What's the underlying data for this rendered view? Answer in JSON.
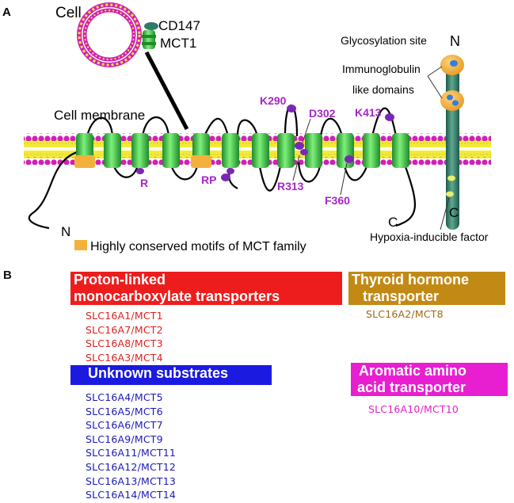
{
  "panel_a": {
    "letter": "A",
    "cell_label": "Cell",
    "cd147_label": "CD147",
    "mct1_label": "MCT1",
    "membrane_label": "Cell membrane",
    "n_label": "N",
    "c_label": "C",
    "cd147_n_label": "N",
    "cd147_c_label": "C",
    "glyco_label": "Glycosylation site",
    "ig_label_1": "Immunoglobulin",
    "ig_label_2": "like  domains",
    "hif_label": "Hypoxia-inducible factor",
    "legend_label": "Highly conserved motifs of MCT family",
    "residues": [
      "R",
      "RP",
      "K290",
      "D302",
      "R313",
      "F360",
      "K413"
    ],
    "colors": {
      "helix": "#3ec44a",
      "conserved": "#f3b13c",
      "lipid_head": "#d21fb8",
      "lipid_tail": "#f2ea3a",
      "residue": "#7a28b4",
      "residue_label": "#a626c9",
      "cd147_stalk": "#2f7a68",
      "ig_domain": "#f3a83a",
      "glyco_dot": "#2f7fe0"
    }
  },
  "panel_b": {
    "letter": "B",
    "groups": [
      {
        "title_lines": [
          "Proton-linked",
          "monocarboxylate transporters"
        ],
        "box_color": "#ee1d1d",
        "text_color": "#e02020",
        "items": [
          "SLC16A1/MCT1",
          "SLC16A7/MCT2",
          "SLC16A8/MCT3",
          "SLC16A3/MCT4"
        ]
      },
      {
        "title_lines": [
          "Unknown substrates"
        ],
        "box_color": "#1a1ae0",
        "text_color": "#1a1ab8",
        "items": [
          "SLC16A4/MCT5",
          "SLC16A5/MCT6",
          "SLC16A6/MCT7",
          "SLC16A9/MCT9",
          "SLC16A11/MCT11",
          "SLC16A12/MCT12",
          "SLC16A13/MCT13",
          "SLC16A14/MCT14"
        ]
      },
      {
        "title_lines": [
          "Thyroid hormone",
          "transporter"
        ],
        "box_color": "#c28a14",
        "text_color": "#9a6a10",
        "items": [
          "SLC16A2/MCT8"
        ]
      },
      {
        "title_lines": [
          "Aromatic amino",
          "acid transporter"
        ],
        "box_color": "#e81fd0",
        "text_color": "#e020c8",
        "items": [
          "SLC16A10/MCT10"
        ]
      }
    ]
  }
}
